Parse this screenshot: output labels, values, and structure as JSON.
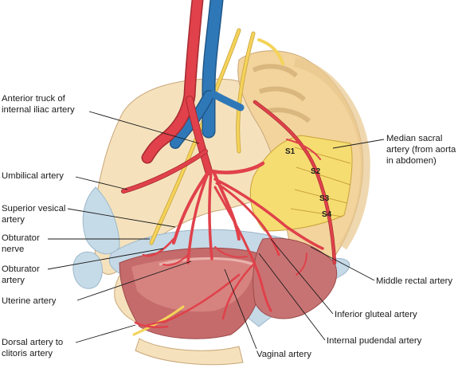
{
  "labels": {
    "anterior_trunk": [
      "Anterior truck of",
      "internal iliac artery"
    ],
    "umbilical": [
      "Umbilical artery"
    ],
    "superior_vesical": [
      "Superior vesical",
      "artery"
    ],
    "obturator_nerve": [
      "Obturator",
      "nerve"
    ],
    "obturator_artery": [
      "Obturator",
      "artery"
    ],
    "uterine": [
      "Uterine artery"
    ],
    "dorsal_clitoris": [
      "Dorsal artery to",
      "clitoris artery"
    ],
    "median_sacral": [
      "Median sacral",
      "artery (from aorta",
      "in abdomen)"
    ],
    "middle_rectal": [
      "Middle rectal artery"
    ],
    "inferior_gluteal": [
      "Inferior gluteal artery"
    ],
    "internal_pudendal": [
      "Internal pudendal artery"
    ],
    "vaginal": [
      "Vaginal artery"
    ]
  },
  "sacral_segments": [
    "S1",
    "S2",
    "S3",
    "S4"
  ],
  "colors": {
    "artery": "#e0414a",
    "vein": "#2f78b8",
    "nerve": "#f4d35a",
    "bone": "#f3dcae",
    "organ": "#c66a6a",
    "membrane": "#bcd4e4"
  }
}
